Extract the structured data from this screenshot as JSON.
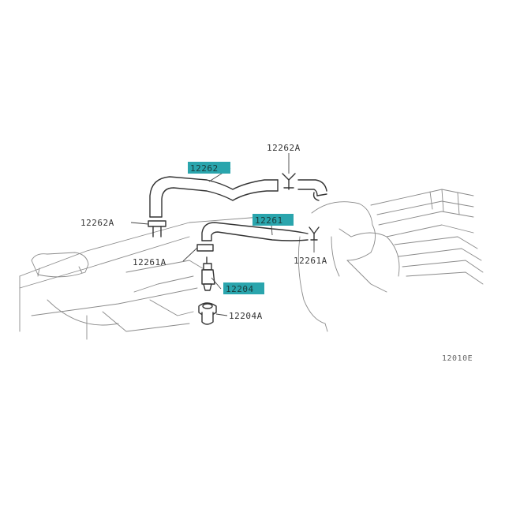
{
  "figure_code": "12010E",
  "callouts": {
    "hose_upper": "12262",
    "clamp_top": "12262A",
    "clamp_left": "12262A",
    "hose_lower": "12261",
    "clamp_lower_left": "12261A",
    "clamp_lower_right": "12261A",
    "pcv_valve": "12204",
    "grommet": "12204A"
  },
  "highlight_color": "#2aa5ad"
}
